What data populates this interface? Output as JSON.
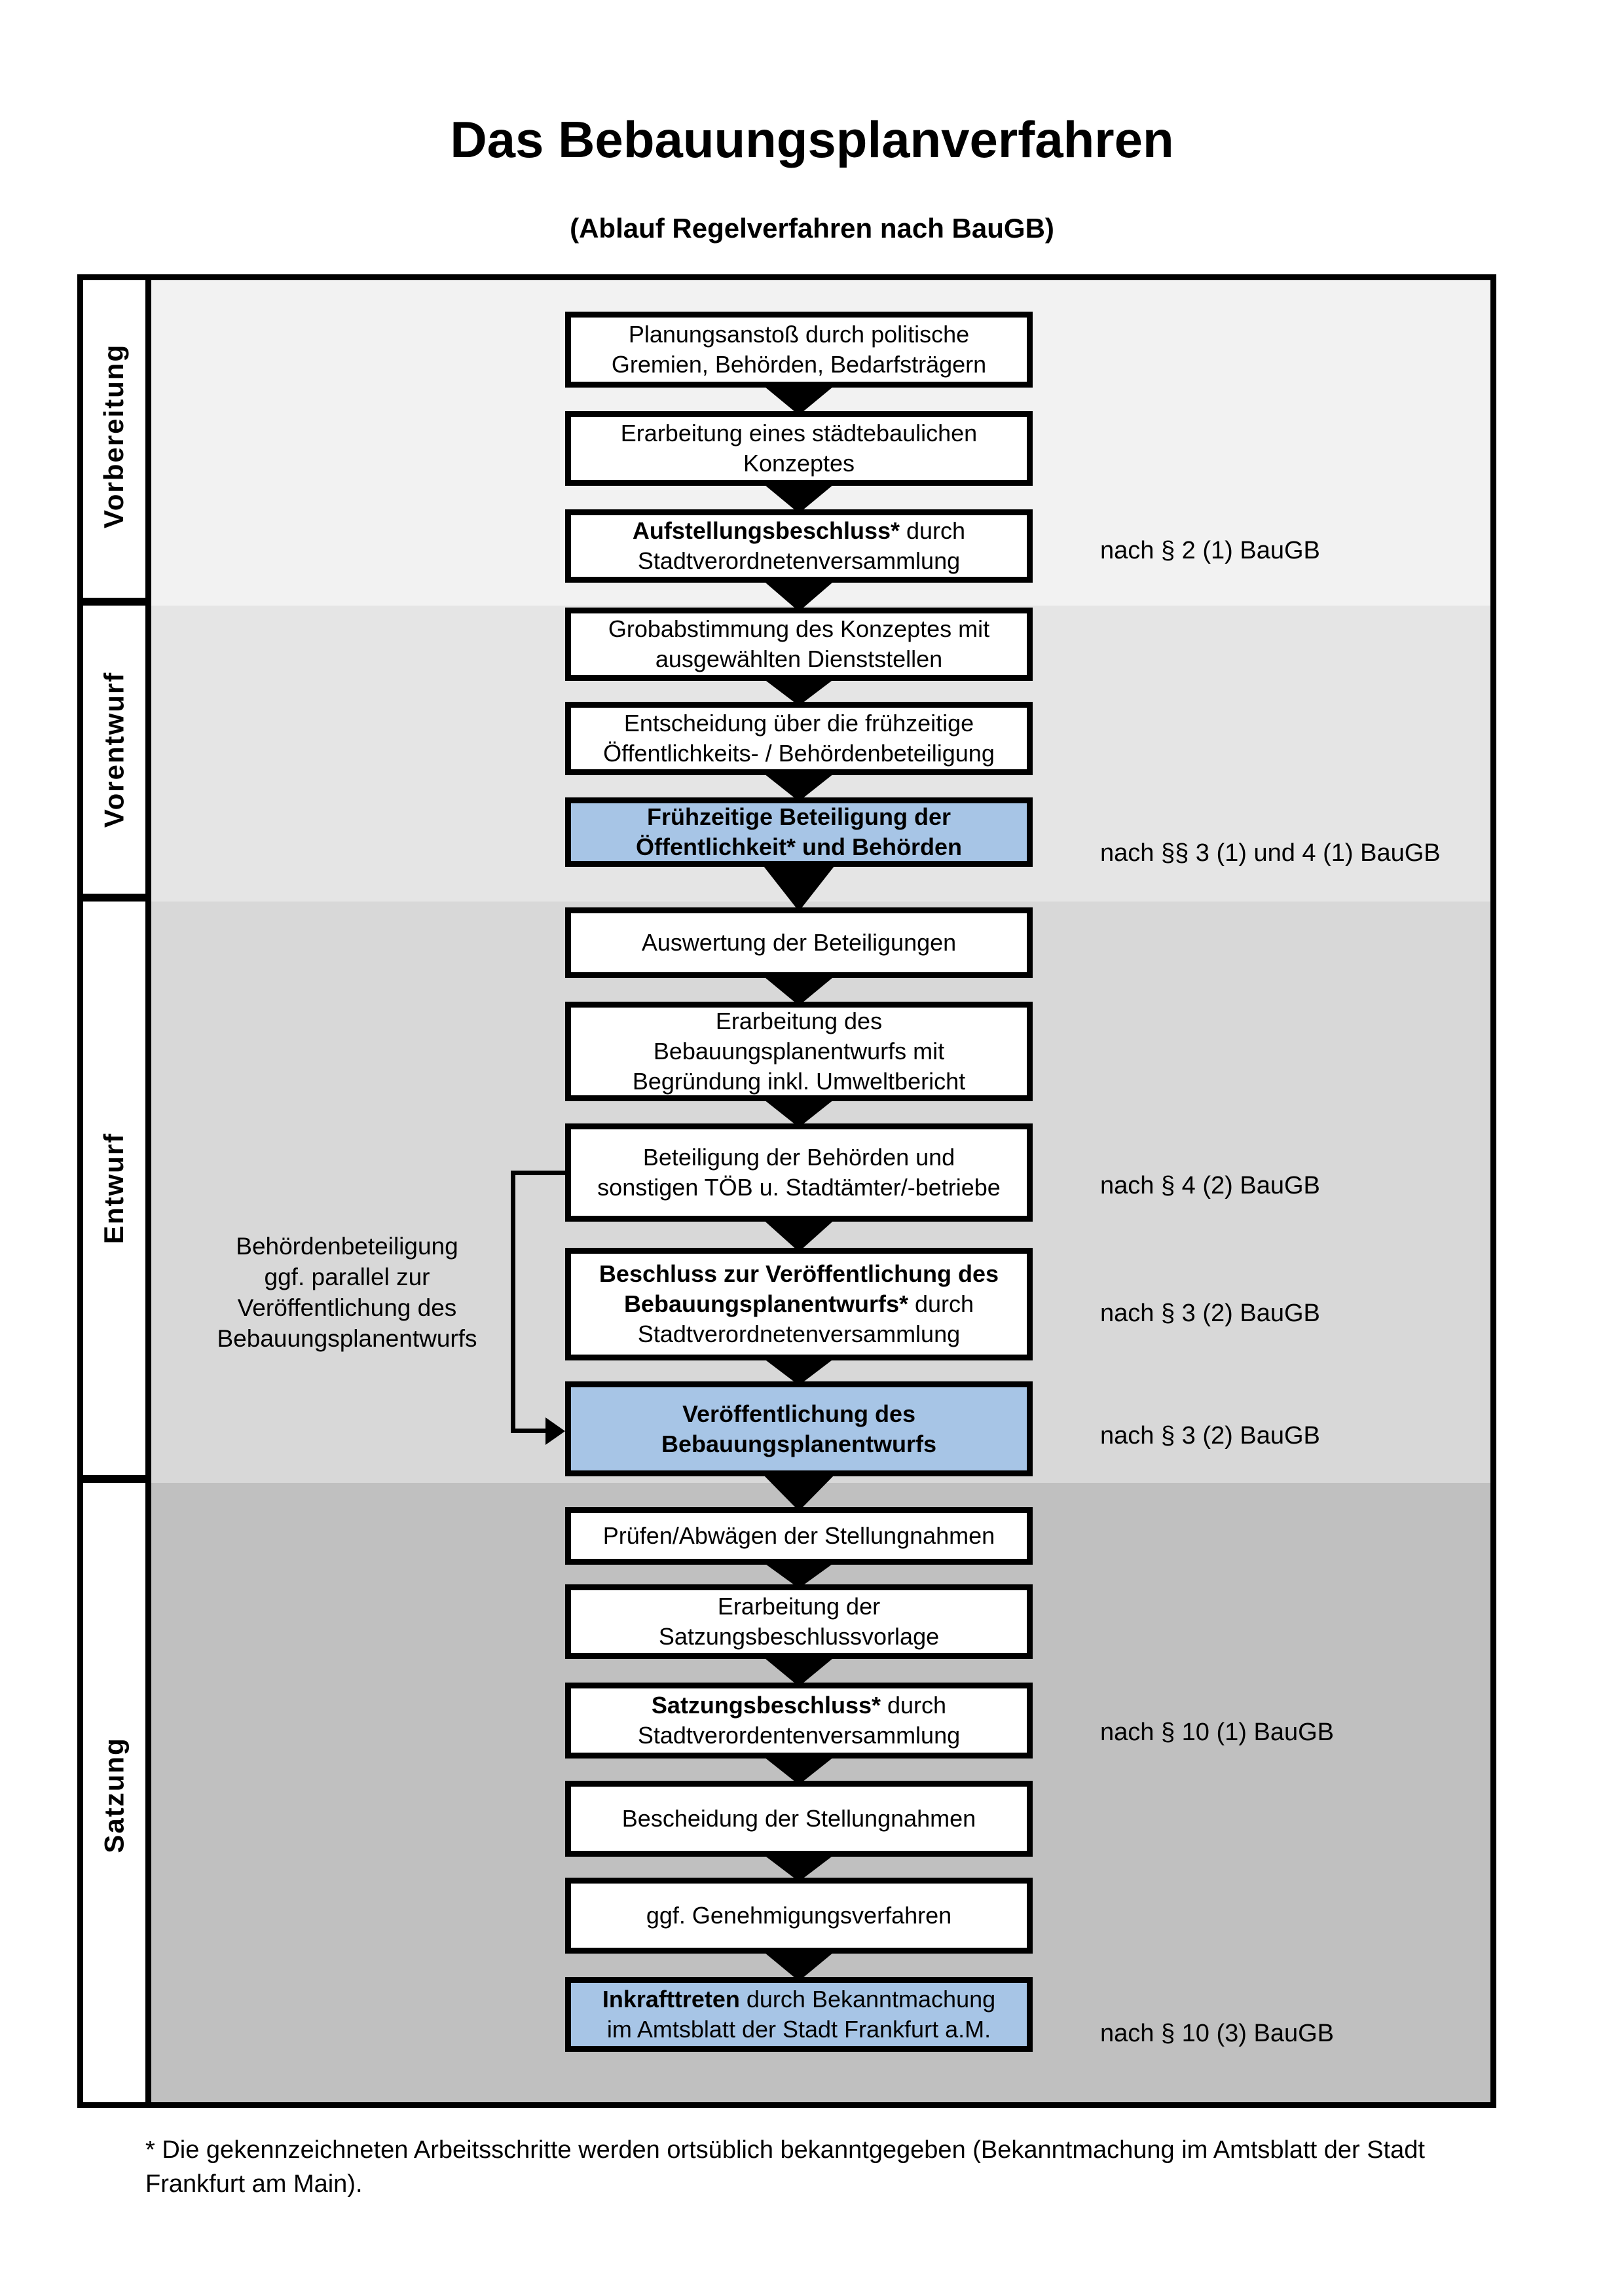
{
  "page": {
    "title": "Das Bebauungsplanverfahren",
    "subtitle": "(Ablauf Regelverfahren nach BauGB)",
    "footnote": "* Die gekennzeichneten Arbeitsschritte werden ortsüblich bekanntgegeben (Bekanntmachung im Amtsblatt der Stadt\nFrankfurt am Main)."
  },
  "colors": {
    "highlight_box": "#a7c5e6",
    "box_background": "#ffffff",
    "box_border": "#000000",
    "phase_vorbereitung": "#f2f2f2",
    "phase_vorentwurf": "#e5e5e5",
    "phase_entwurf": "#d8d8d8",
    "phase_satzung": "#c0c0c0"
  },
  "phases": [
    {
      "label": "Vorbereitung",
      "color_key": "phase_vorbereitung"
    },
    {
      "label": "Vorentwurf",
      "color_key": "phase_vorentwurf"
    },
    {
      "label": "Entwurf",
      "color_key": "phase_entwurf"
    },
    {
      "label": "Satzung",
      "color_key": "phase_satzung"
    }
  ],
  "boxes": [
    {
      "id": "planungsanstoss",
      "highlight": false,
      "lines": [
        [
          {
            "text": "Planungsanstoß durch politische",
            "bold": false
          }
        ],
        [
          {
            "text": "Gremien, Behörden, Bedarfsträgern",
            "bold": false
          }
        ]
      ]
    },
    {
      "id": "staedtebauliches-konzept",
      "highlight": false,
      "lines": [
        [
          {
            "text": "Erarbeitung eines städtebaulichen",
            "bold": false
          }
        ],
        [
          {
            "text": "Konzeptes",
            "bold": false
          }
        ]
      ]
    },
    {
      "id": "aufstellungsbeschluss",
      "highlight": false,
      "lines": [
        [
          {
            "text": "Aufstellungsbeschluss*",
            "bold": true
          },
          {
            "text": " durch",
            "bold": false
          }
        ],
        [
          {
            "text": "Stadtverordnetenversammlung",
            "bold": false
          }
        ]
      ]
    },
    {
      "id": "grobabstimmung",
      "highlight": false,
      "lines": [
        [
          {
            "text": "Grobabstimmung des Konzeptes mit",
            "bold": false
          }
        ],
        [
          {
            "text": "ausgewählten Dienststellen",
            "bold": false
          }
        ]
      ]
    },
    {
      "id": "entscheidung-fruehzeitige-beteiligung",
      "highlight": false,
      "lines": [
        [
          {
            "text": "Entscheidung über die frühzeitige",
            "bold": false
          }
        ],
        [
          {
            "text": "Öffentlichkeits- / Behördenbeteiligung",
            "bold": false
          }
        ]
      ]
    },
    {
      "id": "fruehzeitige-beteiligung",
      "highlight": true,
      "lines": [
        [
          {
            "text": "Frühzeitige Beteiligung der",
            "bold": true
          }
        ],
        [
          {
            "text": "Öffentlichkeit* und Behörden",
            "bold": true
          }
        ]
      ]
    },
    {
      "id": "auswertung-beteiligungen",
      "highlight": false,
      "lines": [
        [
          {
            "text": "Auswertung der Beteiligungen",
            "bold": false
          }
        ]
      ]
    },
    {
      "id": "erarbeitung-bebauungsplanentwurf",
      "highlight": false,
      "lines": [
        [
          {
            "text": "Erarbeitung des",
            "bold": false
          }
        ],
        [
          {
            "text": "Bebauungsplanentwurfs mit",
            "bold": false
          }
        ],
        [
          {
            "text": "Begründung inkl. Umweltbericht",
            "bold": false
          }
        ]
      ]
    },
    {
      "id": "beteiligung-behoerden-toeb",
      "highlight": false,
      "lines": [
        [
          {
            "text": "Beteiligung der Behörden und",
            "bold": false
          }
        ],
        [
          {
            "text": "sonstigen TÖB u. Stadtämter/-betriebe",
            "bold": false
          }
        ]
      ]
    },
    {
      "id": "beschluss-veroeffentlichung",
      "highlight": false,
      "lines": [
        [
          {
            "text": "Beschluss zur Veröffentlichung des",
            "bold": true
          }
        ],
        [
          {
            "text": "Bebauungsplanentwurfs*",
            "bold": true
          },
          {
            "text": " durch",
            "bold": false
          }
        ],
        [
          {
            "text": "Stadtverordnetenversammlung",
            "bold": false
          }
        ]
      ]
    },
    {
      "id": "veroeffentlichung-entwurf",
      "highlight": true,
      "lines": [
        [
          {
            "text": "Veröffentlichung des",
            "bold": true
          }
        ],
        [
          {
            "text": "Bebauungsplanentwurfs",
            "bold": true
          }
        ]
      ]
    },
    {
      "id": "pruefen-abwaegen",
      "highlight": false,
      "lines": [
        [
          {
            "text": "Prüfen/Abwägen der Stellungnahmen",
            "bold": false
          }
        ]
      ]
    },
    {
      "id": "satzungsbeschlussvorlage",
      "highlight": false,
      "lines": [
        [
          {
            "text": "Erarbeitung der",
            "bold": false
          }
        ],
        [
          {
            "text": "Satzungsbeschlussvorlage",
            "bold": false
          }
        ]
      ]
    },
    {
      "id": "satzungsbeschluss",
      "highlight": false,
      "lines": [
        [
          {
            "text": "Satzungsbeschluss*",
            "bold": true
          },
          {
            "text": " durch",
            "bold": false
          }
        ],
        [
          {
            "text": "Stadtverordentenversammlung",
            "bold": false
          }
        ]
      ]
    },
    {
      "id": "bescheidung-stellungnahmen",
      "highlight": false,
      "lines": [
        [
          {
            "text": "Bescheidung der Stellungnahmen",
            "bold": false
          }
        ]
      ]
    },
    {
      "id": "genehmigungsverfahren",
      "highlight": false,
      "lines": [
        [
          {
            "text": "ggf. Genehmigungsverfahren",
            "bold": false
          }
        ]
      ]
    },
    {
      "id": "inkrafttreten",
      "highlight": true,
      "lines": [
        [
          {
            "text": "Inkrafttreten",
            "bold": true
          },
          {
            "text": " durch Bekanntmachung",
            "bold": false
          }
        ],
        [
          {
            "text": "im Amtsblatt der Stadt Frankfurt a.M.",
            "bold": false
          }
        ]
      ]
    }
  ],
  "law_annotations": [
    {
      "text": "nach § 2 (1) BauGB"
    },
    {
      "text": "nach §§ 3 (1) und 4 (1) BauGB"
    },
    {
      "text": "nach § 4 (2) BauGB"
    },
    {
      "text": "nach § 3 (2) BauGB"
    },
    {
      "text": "nach § 3 (2) BauGB"
    },
    {
      "text": "nach § 10 (1) BauGB"
    },
    {
      "text": "nach § 10 (3) BauGB"
    }
  ],
  "side_note": {
    "lines": [
      "Behördenbeteiligung",
      "ggf. parallel zur",
      "Veröffentlichung des",
      "Bebauungsplanentwurfs"
    ]
  }
}
